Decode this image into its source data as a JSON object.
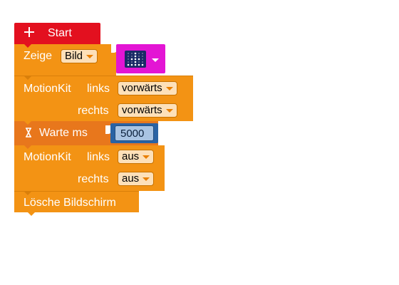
{
  "workspace": {
    "start_block": {
      "icon": "plus-icon",
      "label": "Start"
    },
    "show_image_block": {
      "label": "Zeige",
      "dropdown_value": "Bild",
      "image_picker": {
        "icon": "led-matrix-icon"
      }
    },
    "motion_block_1": {
      "label": "MotionKit",
      "left_label": "links",
      "left_value": "vorwärts",
      "right_label": "rechts",
      "right_value": "vorwärts"
    },
    "wait_block": {
      "icon": "hourglass-icon",
      "label": "Warte ms",
      "value": "5000"
    },
    "motion_block_2": {
      "label": "MotionKit",
      "left_label": "links",
      "left_value": "aus",
      "right_label": "rechts",
      "right_value": "aus"
    },
    "clear_block": {
      "label": "Lösche Bildschirm"
    },
    "colors": {
      "start": "#e3101f",
      "action": "#f39314",
      "wait": "#e8771c",
      "image_picker": "#e315d4",
      "number_field": "#a9c4e3",
      "number_frame": "#224e80"
    }
  }
}
